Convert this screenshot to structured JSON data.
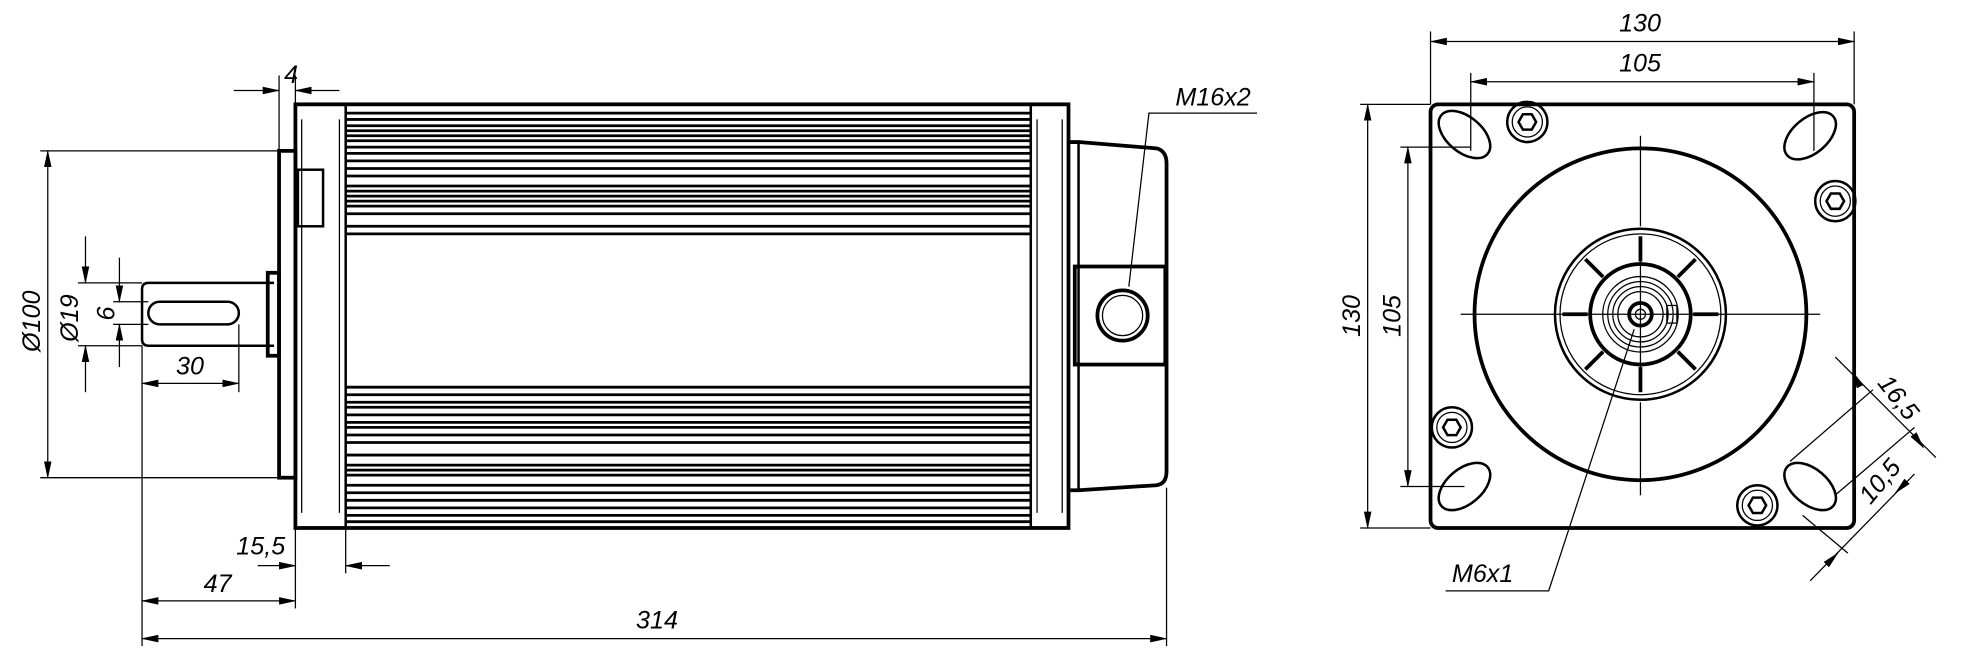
{
  "drawing": {
    "side_view": {
      "dimensions": {
        "flange_thickness": "4",
        "flange_diameter": "Ø100",
        "shaft_diameter": "Ø19",
        "key_width": "6",
        "key_length": "30",
        "flange_offset": "15,5",
        "shaft_length": "47",
        "overall_length": "314"
      },
      "connector_thread": "M16x2"
    },
    "front_view": {
      "dimensions": {
        "width": "130",
        "hole_spacing_horizontal": "105",
        "height": "130",
        "hole_spacing_vertical": "105",
        "corner_offset_a": "16,5",
        "corner_offset_b": "10,5"
      },
      "shaft_thread": "M6x1"
    },
    "colors": {
      "line": "#000000",
      "background": "#ffffff"
    }
  }
}
